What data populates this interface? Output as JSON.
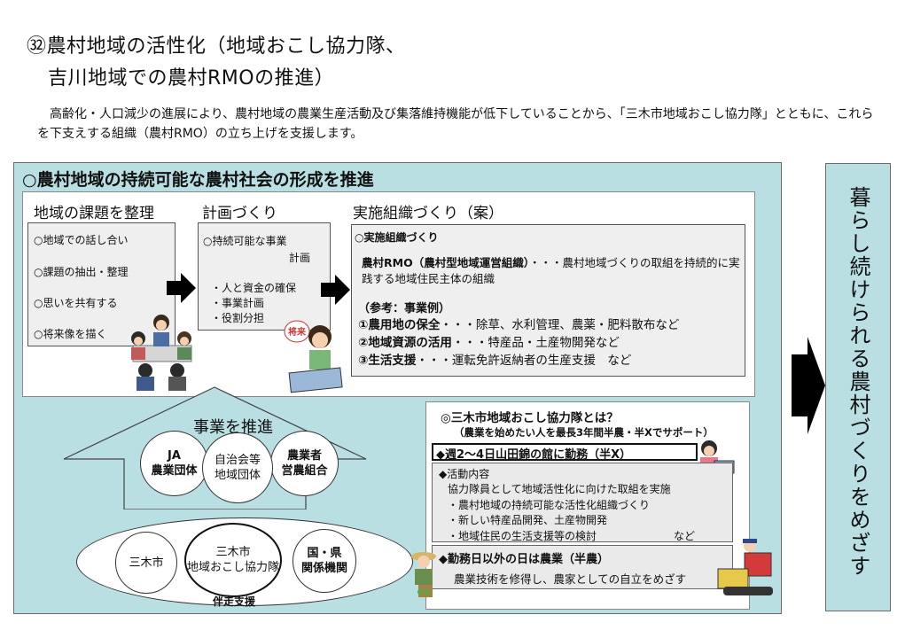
{
  "title": {
    "line1": "㉜農村地域の活性化（地域おこし協力隊、",
    "line2": "吉川地域での農村RMOの推進）"
  },
  "intro": "高齢化・人口減少の進展により、農村地域の農業生産活動及び集落維持機能が低下していることから、「三木市地域おこし協力隊」とともに、これらを下支えする組織（農村RMO）の立ち上げを支援します。",
  "panel": {
    "title": "○農村地域の持続可能な農村社会の形成を推進",
    "issues": {
      "heading": "地域の課題を整理",
      "items": [
        "○地域での話し合い",
        "○課題の抽出・整理",
        "○思いを共有する",
        "○将来像を描く"
      ]
    },
    "plan": {
      "heading": "計画づくり",
      "line1": "○持続可能な事業",
      "line2": "計画",
      "items": [
        "・人と資金の確保",
        "・事業計画",
        "・役割分担"
      ]
    },
    "org": {
      "heading": "実施組織づくり（案）",
      "sub": "○実施組織づくり",
      "rmo_name": "農村RMO（農村型地域運営組織）",
      "rmo_desc": "・・・農村地域づくりの取組を持続的に実践する地域住民主体の組織",
      "ref": "（参考：事業例）",
      "examples": [
        {
          "name": "①農用地の保全",
          "desc": "・・・除草、水利管理、農薬・肥料散布など"
        },
        {
          "name": "②地域資源の活用",
          "desc": "・・・特産品・土産物開発など"
        },
        {
          "name": "③生活支援",
          "desc": "・・・運転免許返納者の生産支援　など"
        }
      ]
    },
    "promote": {
      "title": "事業を推進",
      "ja": [
        "JA",
        "農業団体"
      ],
      "jichi": [
        "自治会等",
        "地域団体"
      ],
      "nou": [
        "農業者",
        "営農組合"
      ]
    },
    "support": {
      "miki": "三木市",
      "tai": [
        "三木市",
        "地域おこし協力隊"
      ],
      "kuni": [
        "国・県",
        "関係機関"
      ],
      "label": "伴走支援"
    },
    "corps": {
      "title": "◎三木市地域おこし協力隊とは？",
      "subtitle": "（農業を始めたい人を最長3年間半農・半Xでサポート）",
      "work_days": "◆週2～4日山田錦の館に勤務（半X）",
      "activity_head": "◆活動内容",
      "activity_lead": "協力隊員として地域活性化に向けた取組を実施",
      "activities": [
        "・農村地域の持続可能な活性化組織づくり",
        "・新しい特産品開発、土産物開発",
        "・地域住民の生活支援等の検討"
      ],
      "activities_tail": "など",
      "farm_days": "◆勤務日以外の日は農業（半農）",
      "farm_desc": "農業技術を修得し、農家としての自立をめざす"
    },
    "goal": "暮らし続けられる農村づくりをめざす"
  }
}
